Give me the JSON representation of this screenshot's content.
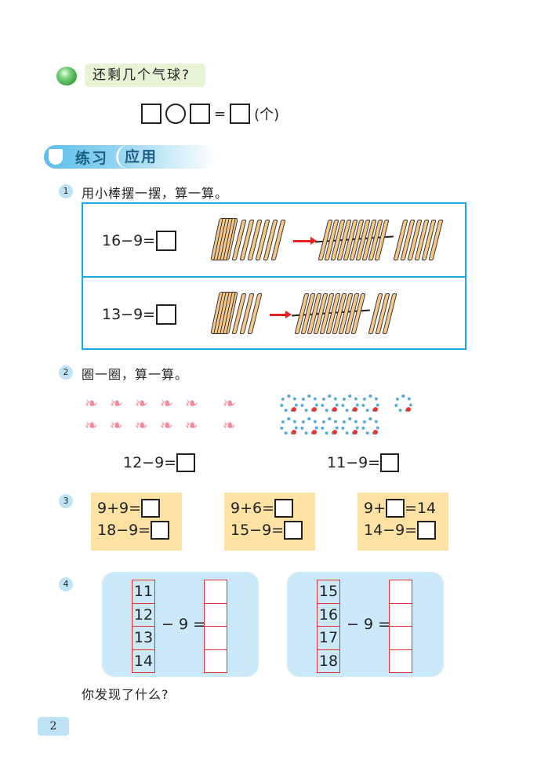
{
  "question": {
    "text": "还剩几个气球?",
    "unit": "(个)",
    "equals": "="
  },
  "section": {
    "part1": "练习",
    "part2": "应用"
  },
  "ex1": {
    "num": "1",
    "title": "用小棒摆一摆，算一算。",
    "rows": [
      {
        "expr": "16−9=",
        "loose_before": 6,
        "loose_after": 6
      },
      {
        "expr": "13−9=",
        "loose_before": 3,
        "loose_after": 3
      }
    ]
  },
  "ex2": {
    "num": "2",
    "title": "圈一圈，算一算。",
    "bows_expr": "12−9=",
    "beads_expr": "11−9=",
    "bows_rows": [
      6,
      6
    ],
    "beads_rows": [
      6,
      5
    ]
  },
  "ex3": {
    "num": "3",
    "groups": [
      [
        [
          "9+9=",
          "",
          ""
        ],
        [
          "18−9=",
          "",
          ""
        ]
      ],
      [
        [
          "9+6=",
          "",
          ""
        ],
        [
          "15−9=",
          "",
          ""
        ]
      ],
      [
        [
          "9+",
          "",
          "=14"
        ],
        [
          "14−9=",
          "",
          ""
        ]
      ]
    ]
  },
  "ex4": {
    "num": "4",
    "panels": [
      {
        "nums": [
          "11",
          "12",
          "13",
          "14"
        ],
        "op": "− 9 ="
      },
      {
        "nums": [
          "15",
          "16",
          "17",
          "18"
        ],
        "op": "− 9 ="
      }
    ],
    "question": "你发现了什么?"
  },
  "page_number": "2",
  "colors": {
    "frame": "#1aa6e0",
    "yellow": "#fde2a4",
    "panel": "#cbe9f9",
    "red": "#d33"
  }
}
